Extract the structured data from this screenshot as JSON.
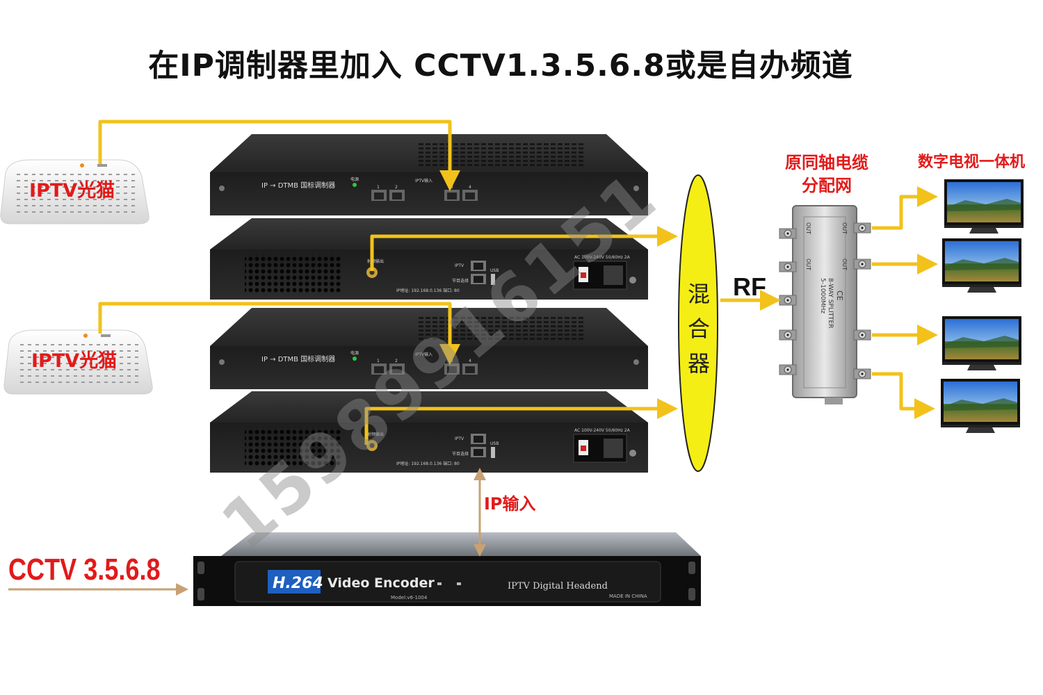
{
  "title": "在IP调制器里加入 CCTV1.3.5.6.8或是自办频道",
  "modem": {
    "label": "IPTV光猫"
  },
  "modulator_front": {
    "model": "IP → DTMB 国标调制器",
    "power": "电源",
    "iptv_in": "IPTV输入",
    "ports": [
      "1",
      "2",
      "3",
      "4"
    ]
  },
  "modulator_back": {
    "rf_out": "射频输出",
    "iptv": "IPTV",
    "usb": "USB",
    "program_select": "节目选择",
    "ip_address": "IP地址: 192.168.0.136   端口: 80",
    "power_spec": "AC 100V-240V 50/60Hz 2A"
  },
  "mixer": {
    "label": "混合器"
  },
  "rf_label": "RF",
  "network_label": "原同轴电缆分配网",
  "tv_label": "数字电视一体机",
  "splitter": {
    "text": "8-WAY SPLITTER",
    "freq": "5-1000MHz",
    "ce": "CE",
    "out": "OUT"
  },
  "encoder": {
    "logo": "H.264",
    "name": "Video Encoder",
    "headend": "IPTV Digital Headend",
    "model": "Model:v6-1004",
    "made_in": "MADE IN CHINA"
  },
  "cctv_input_label": "CCTV 3.5.6.8",
  "ip_input_label": "IP输入",
  "watermark": "15989916151",
  "colors": {
    "cable": "#f2c21b",
    "device_body": "#2a2a2a",
    "label_red": "#e21a1a",
    "mixer_fill": "#f5ee14",
    "ip_arrow": "#d6b07e"
  }
}
